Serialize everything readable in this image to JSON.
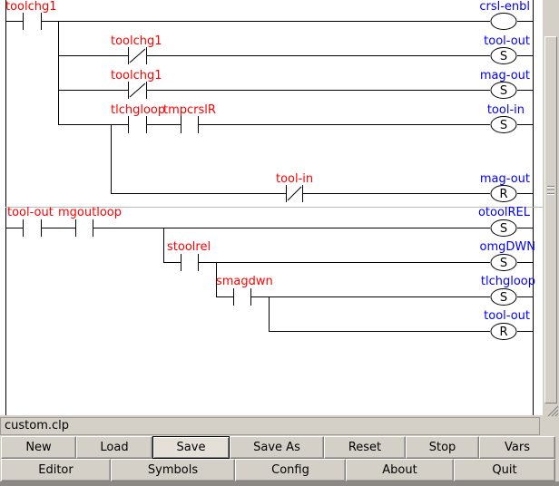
{
  "ladder": {
    "rung1": {
      "contacts": [
        "toolchg1",
        "toolchg1",
        "toolchg1",
        "tlchgloop",
        "tmpcrslR",
        "tool-in"
      ],
      "coils": [
        {
          "name": "crsl-enbl",
          "letter": ""
        },
        {
          "name": "tool-out",
          "letter": "S"
        },
        {
          "name": "mag-out",
          "letter": "S"
        },
        {
          "name": "tool-in",
          "letter": "S"
        },
        {
          "name": "mag-out",
          "letter": "R"
        }
      ]
    },
    "rung2": {
      "contacts": [
        "tool-out",
        "mgoutloop",
        "stoolrel",
        "smagdwn"
      ],
      "coils": [
        {
          "name": "otoolREL",
          "letter": "S"
        },
        {
          "name": "omgDWN",
          "letter": "S"
        },
        {
          "name": "tlchgloop",
          "letter": "S"
        },
        {
          "name": "tool-out",
          "letter": "R"
        }
      ]
    }
  },
  "status": {
    "filename": "custom.clp"
  },
  "buttons": {
    "row1": [
      "New",
      "Load",
      "Save",
      "Save As",
      "Reset",
      "Stop",
      "Vars"
    ],
    "row2": [
      "Editor",
      "Symbols",
      "Config",
      "About",
      "Quit"
    ],
    "active": "Save"
  },
  "colors": {
    "contact_label": "#ff0000",
    "coil_label": "#0000ff",
    "background": "#ffffff",
    "chrome": "#d4d0c8"
  }
}
